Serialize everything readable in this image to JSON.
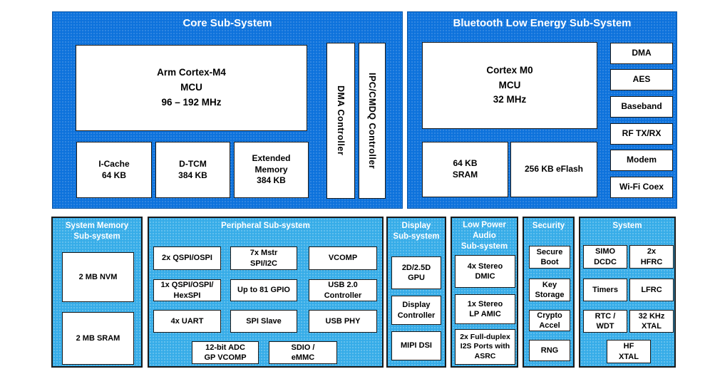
{
  "colors": {
    "top_panel_bg": "#0d72dc",
    "bottom_panel_bg": "#36ace8",
    "box_bg": "#ffffff",
    "box_border": "#1a1a1a",
    "title_text": "#ffffff",
    "box_text": "#000000"
  },
  "core": {
    "title": "Core Sub-System",
    "mcu_box": "Arm Cortex-M4\nMCU\n96 – 192 MHz",
    "memories": [
      {
        "label": "I-Cache\n64 KB"
      },
      {
        "label": "D-TCM\n384 KB"
      },
      {
        "label": "Extended\nMemory\n384 KB"
      }
    ],
    "vertical_controllers": [
      {
        "label": "DMA Controller"
      },
      {
        "label": "IPC/CMDQ Controller"
      }
    ]
  },
  "ble": {
    "title": "Bluetooth Low Energy Sub-System",
    "mcu_box": "Cortex M0\nMCU\n32 MHz",
    "memories": [
      {
        "label": "64 KB\nSRAM"
      },
      {
        "label": "256 KB eFlash"
      }
    ],
    "blocks": [
      {
        "label": "DMA"
      },
      {
        "label": "AES"
      },
      {
        "label": "Baseband"
      },
      {
        "label": "RF TX/RX"
      },
      {
        "label": "Modem"
      },
      {
        "label": "Wi-Fi Coex"
      }
    ]
  },
  "memory": {
    "title": "System Memory\nSub-system",
    "blocks": [
      {
        "label": "2 MB NVM"
      },
      {
        "label": "2 MB SRAM"
      }
    ]
  },
  "peripheral": {
    "title": "Peripheral Sub-system",
    "grid": [
      {
        "label": "2x QSPI/OSPI"
      },
      {
        "label": "7x Mstr\nSPI/I2C"
      },
      {
        "label": "VCOMP"
      },
      {
        "label": "1x QSPI/OSPI/\nHexSPI"
      },
      {
        "label": "Up to 81 GPIO"
      },
      {
        "label": "USB 2.0\nController"
      },
      {
        "label": "4x UART"
      },
      {
        "label": "SPI Slave"
      },
      {
        "label": "USB PHY"
      }
    ],
    "bottom": [
      {
        "label": "12-bit ADC\nGP VCOMP"
      },
      {
        "label": "SDIO /\neMMC"
      }
    ]
  },
  "display": {
    "title": "Display\nSub-system",
    "blocks": [
      {
        "label": "2D/2.5D\nGPU"
      },
      {
        "label": "Display\nController"
      },
      {
        "label": "MIPI DSI"
      }
    ]
  },
  "audio": {
    "title": "Low Power\nAudio\nSub-system",
    "blocks": [
      {
        "label": "4x Stereo\nDMIC"
      },
      {
        "label": "1x Stereo\nLP AMIC"
      },
      {
        "label": "2x Full-duplex\nI2S Ports with\nASRC"
      }
    ]
  },
  "security": {
    "title": "Security",
    "blocks": [
      {
        "label": "Secure\nBoot"
      },
      {
        "label": "Key\nStorage"
      },
      {
        "label": "Crypto\nAccel"
      },
      {
        "label": "RNG"
      }
    ]
  },
  "system": {
    "title": "System",
    "grid": [
      {
        "label": "SIMO\nDCDC"
      },
      {
        "label": "2x\nHFRC"
      },
      {
        "label": "Timers"
      },
      {
        "label": "LFRC"
      },
      {
        "label": "RTC /\nWDT"
      },
      {
        "label": "32 KHz\nXTAL"
      }
    ],
    "bottom": [
      {
        "label": "HF\nXTAL"
      }
    ]
  }
}
